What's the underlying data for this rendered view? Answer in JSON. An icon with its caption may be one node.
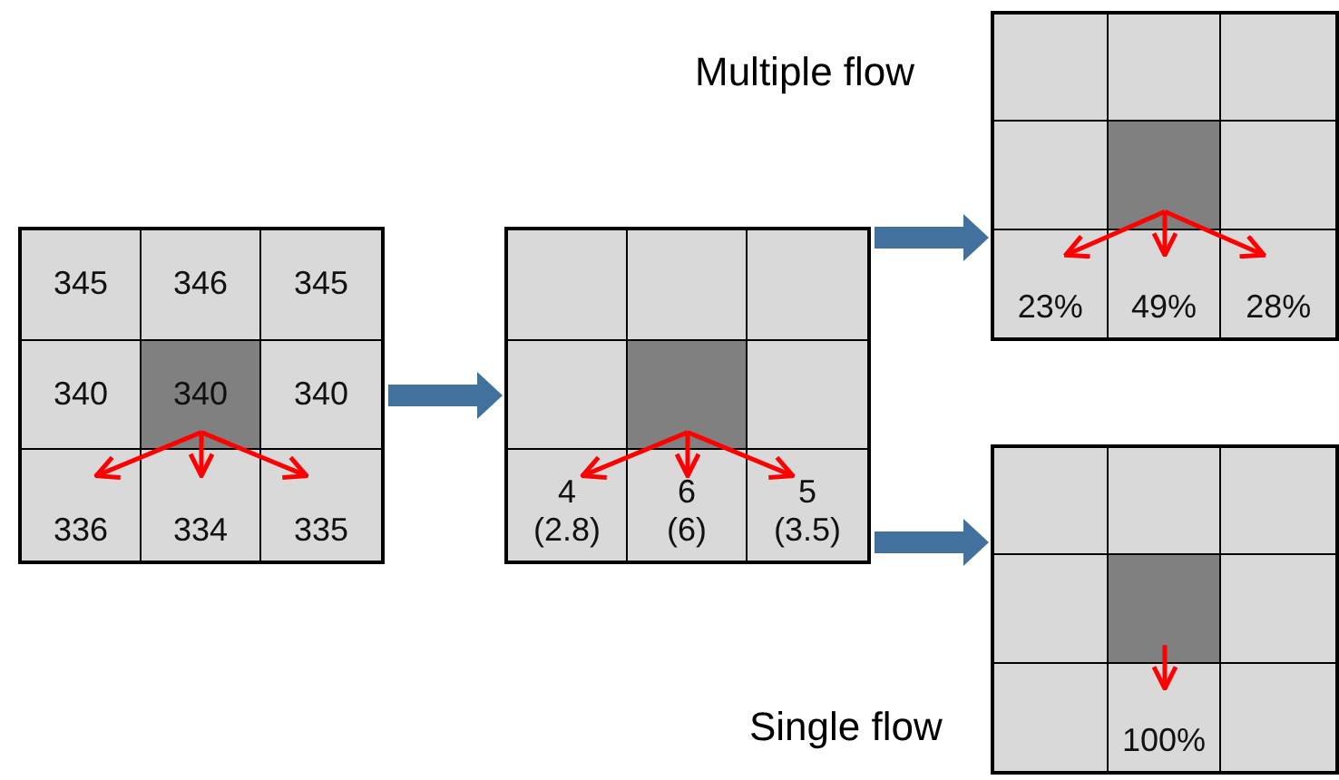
{
  "diagram": {
    "nodes": [
      {
        "text": [],
        "shape": "box"
      },
      {
        "text": [
          "345"
        ],
        "in": 0
      },
      {
        "text": [
          "346"
        ],
        "in": 0
      },
      {
        "text": [
          "345"
        ],
        "in": 0
      },
      {
        "text": [
          "340"
        ],
        "in": 0
      },
      {
        "text": [
          "340"
        ],
        "in": 0
      },
      {
        "text": [
          "340"
        ],
        "in": 0
      },
      {
        "text": [
          "336"
        ],
        "in": 0
      },
      {
        "text": [
          "334"
        ],
        "in": 0
      },
      {
        "text": [
          "335"
        ],
        "in": 0
      },
      {
        "text": [],
        "shape": "box"
      },
      {
        "text": [],
        "shape": "box",
        "in": 10
      },
      {
        "text": [],
        "shape": "box",
        "in": 10
      },
      {
        "text": [],
        "shape": "box",
        "in": 10
      },
      {
        "text": [],
        "shape": "box",
        "in": 10
      },
      {
        "text": [],
        "shape": "box",
        "in": 10
      },
      {
        "text": [],
        "shape": "box",
        "in": 10
      },
      {
        "text": [
          "4",
          "(2.8)"
        ],
        "in": 10
      },
      {
        "text": [
          "6",
          "(6)"
        ],
        "in": 10
      },
      {
        "text": [
          "5",
          "(3.5)"
        ],
        "in": 10
      },
      {
        "text": [],
        "shape": "box",
        "beside": [
          "Multiple flow"
        ]
      },
      {
        "text": [],
        "shape": "box",
        "in": 20
      },
      {
        "text": [],
        "shape": "box",
        "in": 20
      },
      {
        "text": [],
        "shape": "box",
        "in": 20
      },
      {
        "text": [],
        "shape": "box",
        "in": 20
      },
      {
        "text": [],
        "shape": "box",
        "in": 20
      },
      {
        "text": [],
        "shape": "box",
        "in": 20
      },
      {
        "text": [
          "23%"
        ],
        "in": 20
      },
      {
        "text": [
          "49%"
        ],
        "in": 20
      },
      {
        "text": [
          "28%"
        ],
        "in": 20
      },
      {
        "text": [],
        "shape": "box",
        "beside": [
          "Single flow"
        ]
      },
      {
        "text": [],
        "shape": "box",
        "in": 30
      },
      {
        "text": [],
        "shape": "box",
        "in": 30
      },
      {
        "text": [],
        "shape": "box",
        "in": 30
      },
      {
        "text": [],
        "shape": "box",
        "in": 30
      },
      {
        "text": [],
        "shape": "box",
        "in": 30
      },
      {
        "text": [],
        "shape": "box",
        "in": 30
      },
      {
        "text": [],
        "shape": "box",
        "in": 30
      },
      {
        "text": [
          "100%"
        ],
        "in": 30
      },
      {
        "text": [],
        "shape": "box",
        "in": 30
      }
    ],
    "edges": [
      {
        "from": 5,
        "to": 7,
        "arrow": "to"
      },
      {
        "from": 5,
        "to": 8,
        "arrow": "to"
      },
      {
        "from": 5,
        "to": 9,
        "arrow": "to"
      },
      {
        "from": 15,
        "to": 17,
        "arrow": "to"
      },
      {
        "from": 15,
        "to": 18,
        "arrow": "to"
      },
      {
        "from": 15,
        "to": 19,
        "arrow": "to"
      },
      {
        "from": 25,
        "to": 27,
        "arrow": "to"
      },
      {
        "from": 25,
        "to": 28,
        "arrow": "to"
      },
      {
        "from": 25,
        "to": 29,
        "arrow": "to"
      },
      {
        "from": 35,
        "to": 38,
        "arrow": "to"
      },
      {
        "from": 0,
        "to": 10,
        "arrow": "to",
        "style": "thick",
        "color": "#41719c"
      },
      {
        "from": 10,
        "to": 20,
        "arrow": "to",
        "style": "thick",
        "color": "#41719c"
      },
      {
        "from": 10,
        "to": 30,
        "arrow": "to",
        "style": "thick",
        "color": "#41719c"
      }
    ]
  }
}
